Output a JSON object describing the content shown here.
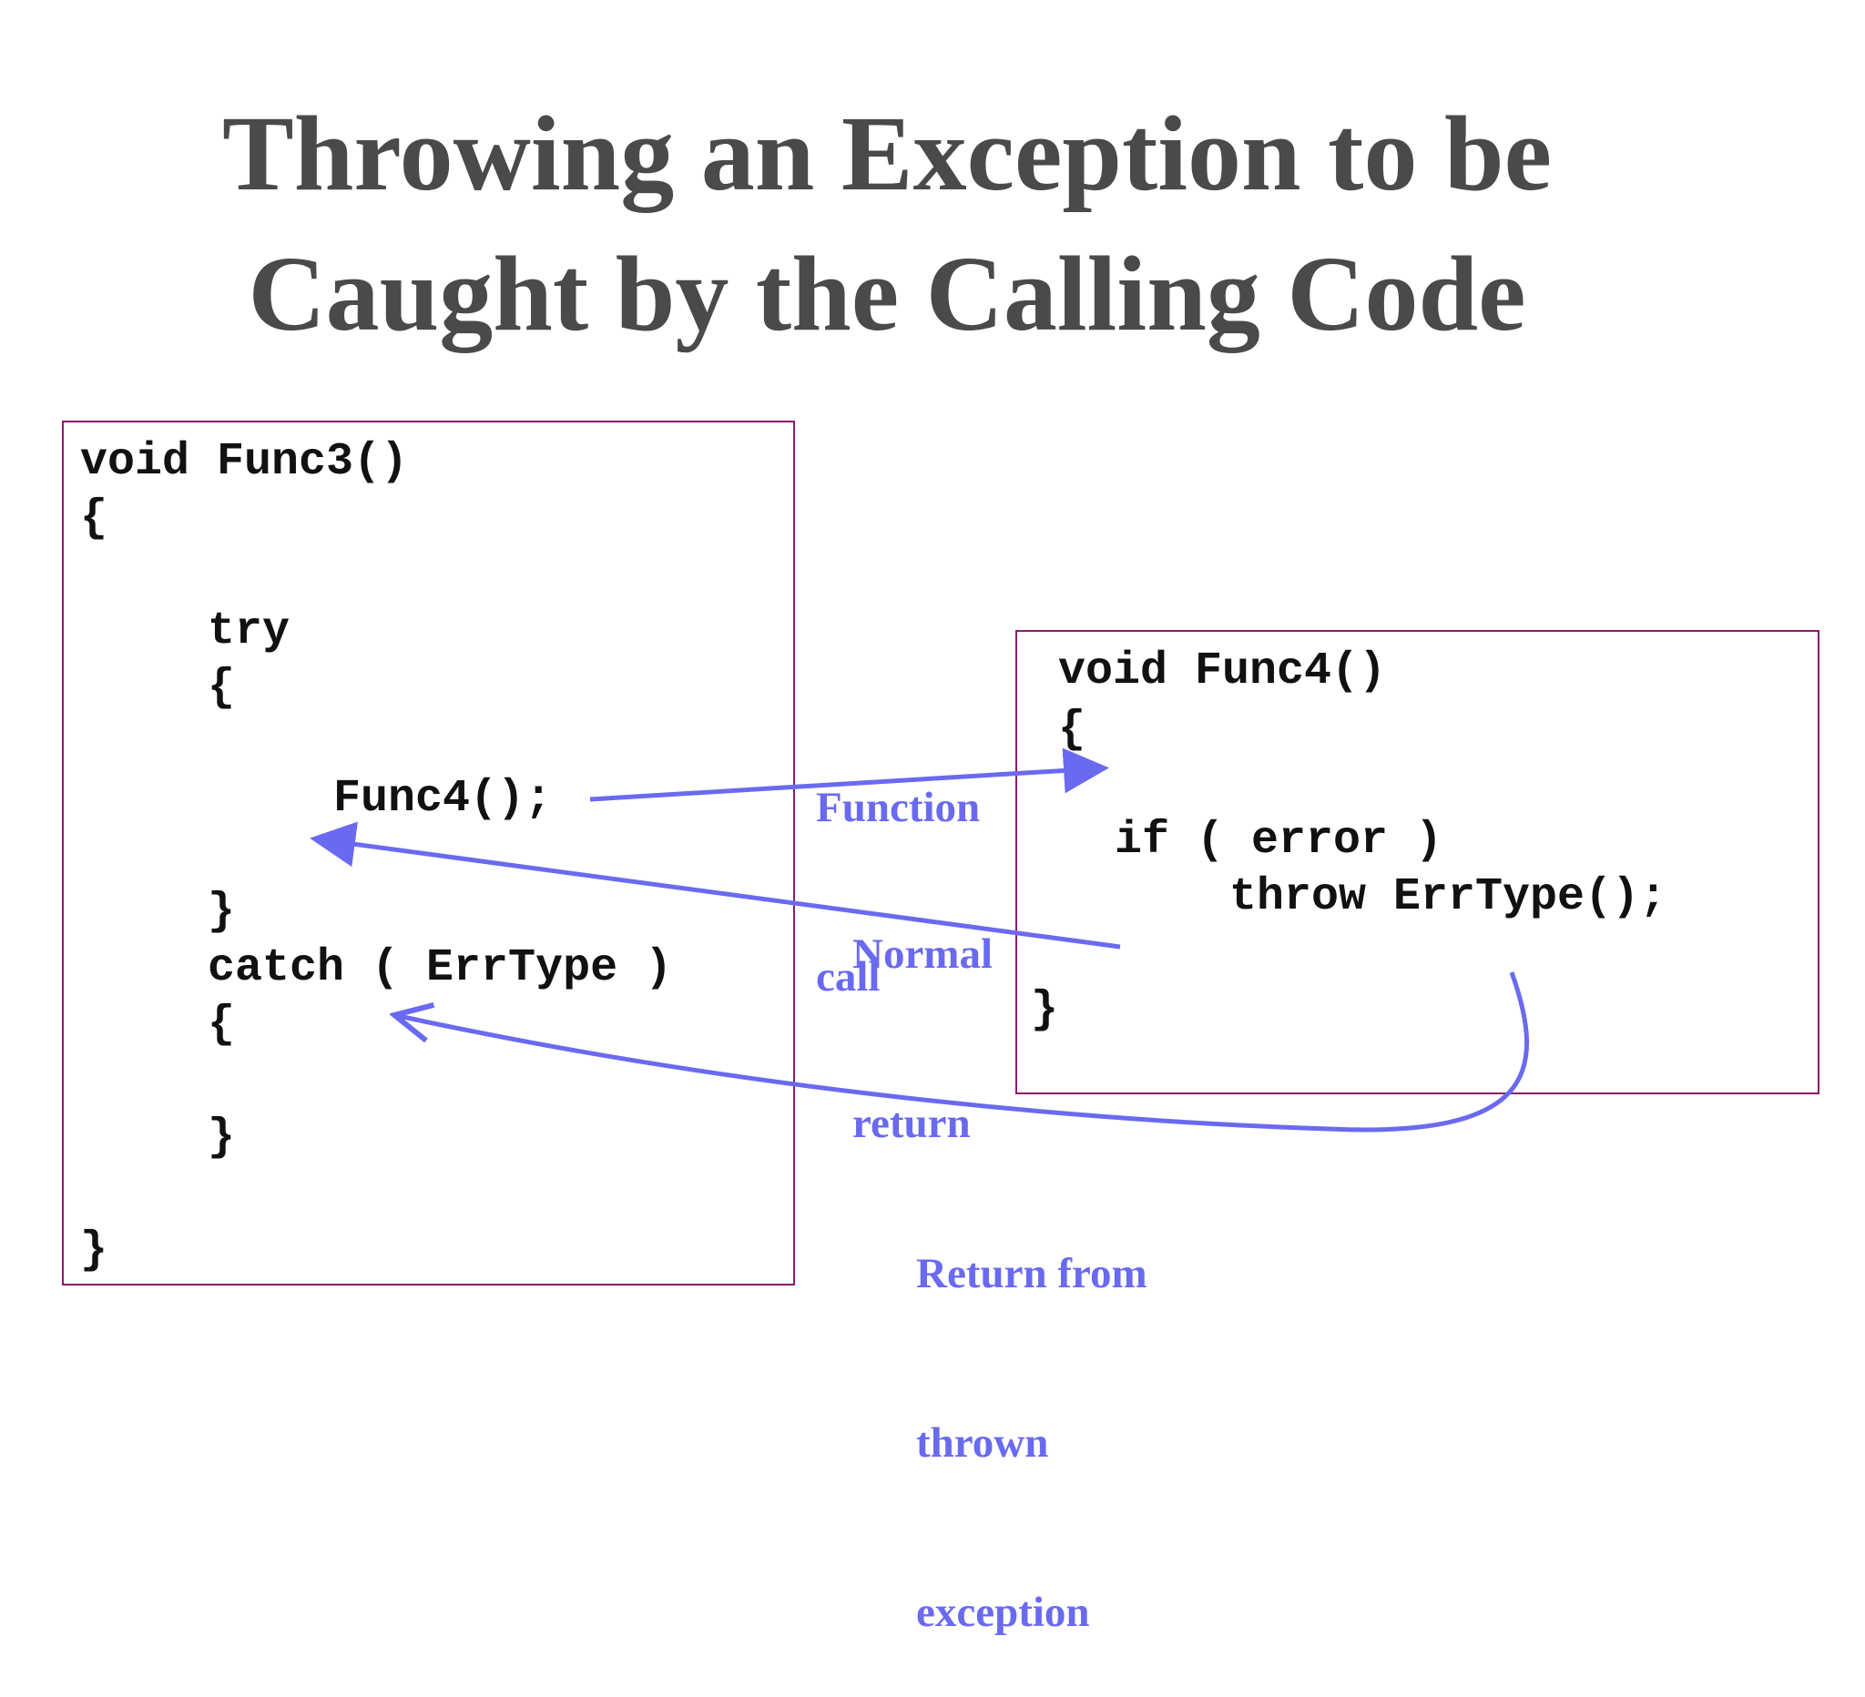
{
  "title": {
    "line1": "Throwing an Exception to be",
    "line2": "Caught by the Calling Code"
  },
  "func3": {
    "signature": "void Func3()",
    "open_brace": "{",
    "try_kw": "try",
    "try_open": "{",
    "call": "Func4();",
    "try_close": "}",
    "catch_line": "catch ( ErrType )",
    "catch_open": "{",
    "catch_close": "}",
    "close_brace": "}"
  },
  "func4": {
    "signature": "void Func4()",
    "open_brace": "{",
    "if_line": "if ( error )",
    "throw_line": "throw ErrType();",
    "close_brace": "}"
  },
  "labels": {
    "function_call": [
      "Function",
      "call"
    ],
    "normal_return": [
      "Normal",
      "return"
    ],
    "thrown_return": [
      "Return from",
      "thrown",
      "exception"
    ]
  },
  "colors": {
    "title": "#4a4a4a",
    "box_border": "#8b1a6b",
    "arrow": "#6a6af0",
    "code": "#111111"
  }
}
